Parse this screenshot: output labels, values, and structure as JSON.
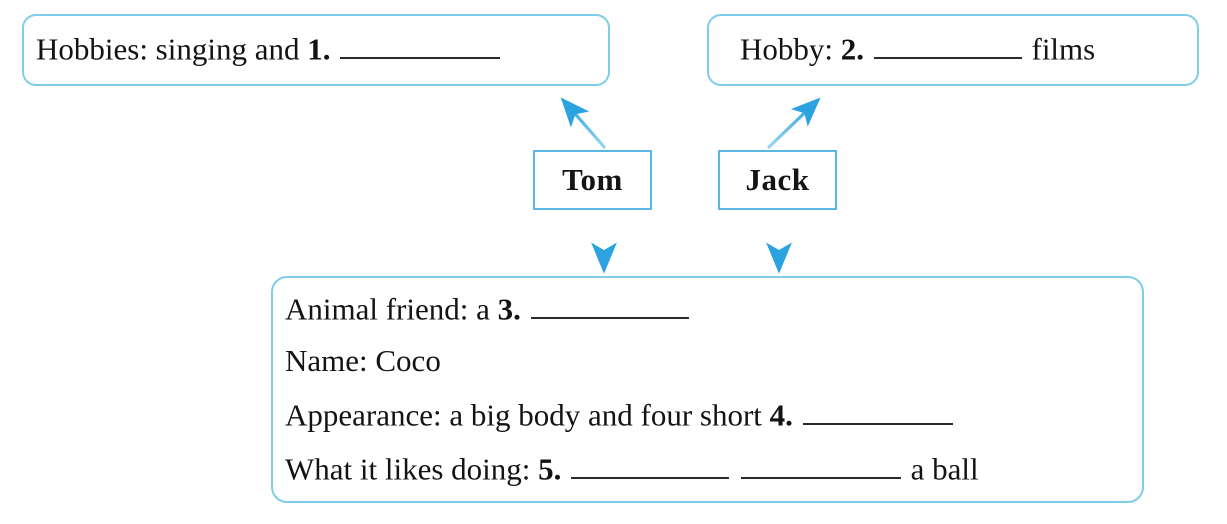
{
  "diagram": {
    "title": "Listening note-taking diagram",
    "accent_color": "#7fcde8",
    "arrow_color": "#2aa3e0",
    "text_color": "#131313"
  },
  "boxes": {
    "hobbies": {
      "name": "hobbies-box",
      "label_prefix": "Hobbies: singing and",
      "blank_number": "1.",
      "label_suffix": ""
    },
    "hobby": {
      "name": "hobby-box",
      "label_prefix": "Hobby:",
      "blank_number": "2.",
      "label_suffix": "films"
    },
    "tom": {
      "name": "tom-box",
      "label": "Tom"
    },
    "jack": {
      "name": "jack-box",
      "label": "Jack"
    },
    "animal": {
      "name": "animal-box",
      "lines": [
        {
          "prefix": "Animal friend: a",
          "blank_number": "3.",
          "suffix": ""
        },
        {
          "prefix": "Name: Coco",
          "blank_number": "",
          "suffix": ""
        },
        {
          "prefix": "Appearance: a big body and four short",
          "blank_number": "4.",
          "suffix": ""
        },
        {
          "prefix": "What it likes doing:",
          "blank_number": "5.",
          "suffix": "a ball"
        }
      ]
    }
  },
  "arrows": [
    {
      "name": "arrow-tom-to-hobbies",
      "from": "tom-box",
      "to": "hobbies-box",
      "direction": "up-left"
    },
    {
      "name": "arrow-jack-to-hobby",
      "from": "jack-box",
      "to": "hobby-box",
      "direction": "up-right"
    },
    {
      "name": "arrow-tom-to-animal",
      "from": "tom-box",
      "to": "animal-box",
      "direction": "down"
    },
    {
      "name": "arrow-jack-to-animal",
      "from": "jack-box",
      "to": "animal-box",
      "direction": "down"
    }
  ]
}
